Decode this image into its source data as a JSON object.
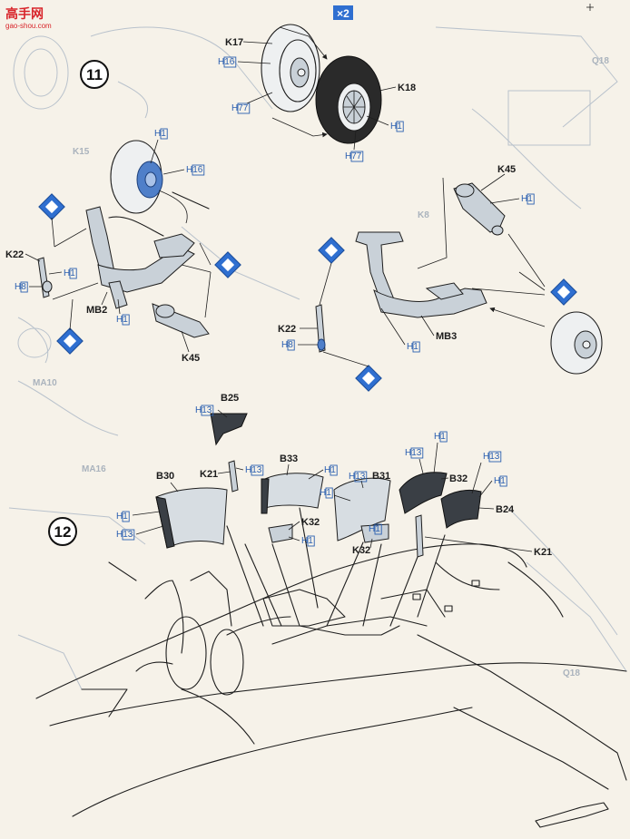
{
  "watermark": {
    "brand": "高手网",
    "url": "gao-shou.com"
  },
  "steps": [
    {
      "number": "11"
    },
    {
      "number": "12"
    }
  ],
  "quantity_badge": "×2",
  "step11_labels": {
    "k17": "K17",
    "k18": "K18",
    "k22_left": "K22",
    "k22_right": "K22",
    "k45_left": "K45",
    "k45_right": "K45",
    "mb2": "MB2",
    "mb3": "MB3"
  },
  "step12_labels": {
    "b25": "B25",
    "b30": "B30",
    "b33": "B33",
    "b31": "B31",
    "b32": "B32",
    "b24": "B24",
    "k21_left": "K21",
    "k21_right": "K21",
    "k32_left": "K32",
    "k32_right": "K32"
  },
  "colors": {
    "h1": "H1",
    "h8": "H8",
    "h13": "H13",
    "h16": "H16",
    "h77": "H77"
  },
  "background_ghost_text": [
    "Q18",
    "K8",
    "K15",
    "MA10",
    "MA16",
    "Q18"
  ]
}
